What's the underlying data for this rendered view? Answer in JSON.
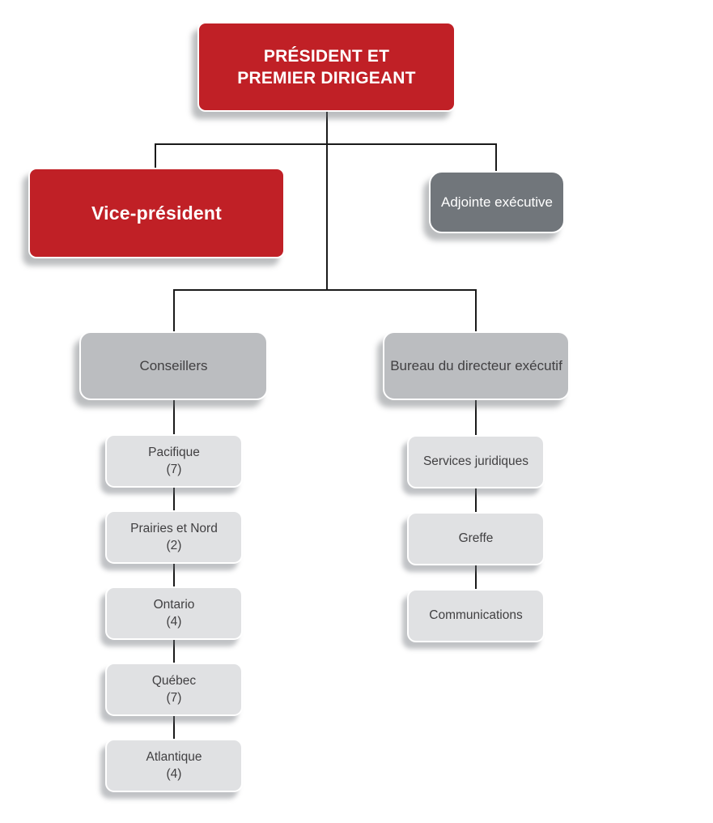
{
  "colors": {
    "red": "#C02026",
    "dark-gray": "#71767B",
    "medium-gray": "#BBBDC0",
    "light-gray": "#E0E1E3",
    "text-dark": "#414042",
    "line": "#1A1A1A"
  },
  "org": {
    "president": {
      "line1": "PRÉSIDENT ET",
      "line2": "PREMIER DIRIGEANT"
    },
    "vice_president": "Vice-président",
    "executive_assistant": "Adjointe exécutive",
    "advisors": "Conseillers",
    "executive_director_office": "Bureau du directeur exécutif",
    "regions": [
      {
        "name": "Pacifique",
        "count": "(7)"
      },
      {
        "name": "Prairies et Nord",
        "count": "(2)"
      },
      {
        "name": "Ontario",
        "count": "(4)"
      },
      {
        "name": "Québec",
        "count": "(7)"
      },
      {
        "name": "Atlantique",
        "count": "(4)"
      }
    ],
    "office_units": [
      "Services juridiques",
      "Greffe",
      "Communications"
    ]
  }
}
